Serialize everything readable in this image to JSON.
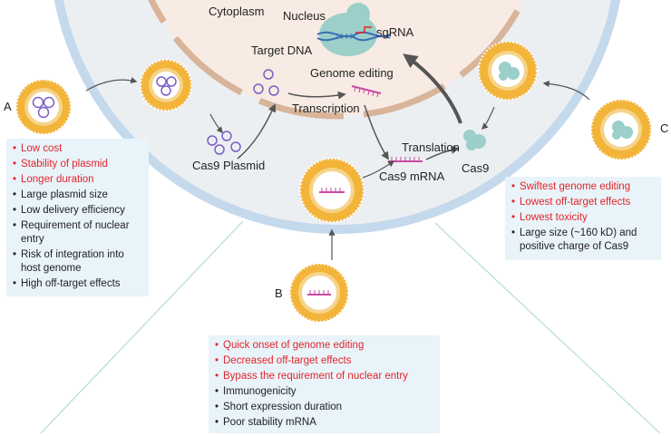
{
  "labels": {
    "cytoplasm": "Cytoplasm",
    "nucleus": "Nucleus",
    "target_dna": "Target DNA",
    "sgrna": "sgRNA",
    "genome_editing": "Genome editing",
    "transcription": "Transcription",
    "translation": "Translation",
    "cas9_plasmid": "Cas9 Plasmid",
    "cas9_mrna": "Cas9 mRNA",
    "cas9": "Cas9",
    "route_a": "A",
    "route_b": "B",
    "route_c": "C"
  },
  "box_a": {
    "items": [
      {
        "text": "Low cost",
        "type": "advantage"
      },
      {
        "text": "Stability of plasmid",
        "type": "advantage"
      },
      {
        "text": "Longer duration",
        "type": "advantage"
      },
      {
        "text": "Large plasmid size",
        "type": "limitation"
      },
      {
        "text": "Low delivery efficiency",
        "type": "limitation"
      },
      {
        "text": "Requirement of nuclear entry",
        "type": "limitation"
      },
      {
        "text": "Risk of integration into host genome",
        "type": "limitation"
      },
      {
        "text": "High off-target effects",
        "type": "limitation"
      }
    ]
  },
  "box_b": {
    "items": [
      {
        "text": "Quick onset of genome editing",
        "type": "advantage"
      },
      {
        "text": "Decreased off-target effects",
        "type": "advantage"
      },
      {
        "text": "Bypass the requirement of nuclear entry",
        "type": "advantage"
      },
      {
        "text": "Immunogenicity",
        "type": "limitation"
      },
      {
        "text": "Short expression duration",
        "type": "limitation"
      },
      {
        "text": "Poor stability mRNA",
        "type": "limitation"
      }
    ]
  },
  "box_c": {
    "items": [
      {
        "text": "Swiftest genome editing",
        "type": "advantage"
      },
      {
        "text": "Lowest off-target effects",
        "type": "advantage"
      },
      {
        "text": "Lowest toxicity",
        "type": "advantage"
      },
      {
        "text": "Large size (~160 kD) and positive charge of Cas9",
        "type": "limitation"
      }
    ]
  },
  "colors": {
    "advantage": "#e0262a",
    "limitation": "#222222",
    "cell_membrane": "#c5d9ec",
    "cytoplasm_fill": "#eceff2",
    "nucleus_fill": "#f8ebe4",
    "nuclear_envelope": "#d8b49a",
    "lipid_heads": "#f3b43a",
    "cas9_protein": "#9ccfc9",
    "mrna": "#c94aa0",
    "callout_box": "#e9f3fa"
  }
}
